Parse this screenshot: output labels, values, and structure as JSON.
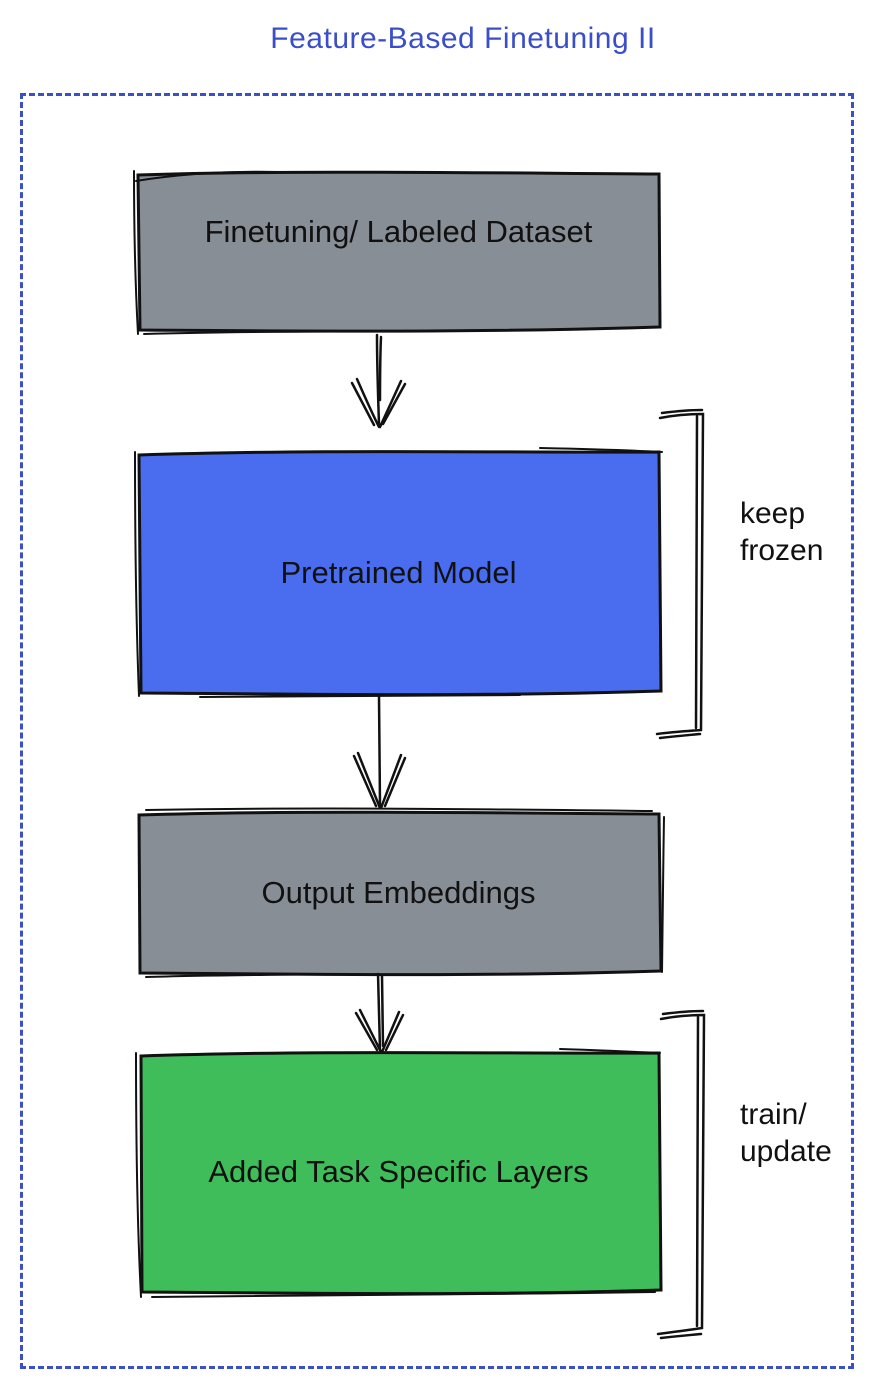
{
  "title": {
    "text": "Feature-Based Finetuning II",
    "color": "#3a4ec9"
  },
  "colors": {
    "title_blue": "#3a4ec9",
    "frame_border_blue": "#3a51c6",
    "sketch_stroke": "#111111",
    "node_gray": "#888e96",
    "node_blue": "#4a6df0",
    "node_green": "#40bd5b",
    "label_text": "#111111"
  },
  "diagram": {
    "nodes": [
      {
        "id": "dataset",
        "label": "Finetuning/ Labeled Dataset",
        "fill": "#888e96"
      },
      {
        "id": "pretrained",
        "label": "Pretrained Model",
        "fill": "#4a6df0"
      },
      {
        "id": "embeddings",
        "label": "Output Embeddings",
        "fill": "#888e96"
      },
      {
        "id": "task_layers",
        "label": "Added Task Specific Layers",
        "fill": "#40bd5b"
      }
    ],
    "edges": [
      {
        "from": "dataset",
        "to": "pretrained"
      },
      {
        "from": "pretrained",
        "to": "embeddings"
      },
      {
        "from": "embeddings",
        "to": "task_layers"
      }
    ],
    "annotations": [
      {
        "id": "keep_frozen",
        "target": "pretrained",
        "label": "keep\nfrozen"
      },
      {
        "id": "train_update",
        "target": "task_layers",
        "label": "train/\nupdate"
      }
    ]
  }
}
